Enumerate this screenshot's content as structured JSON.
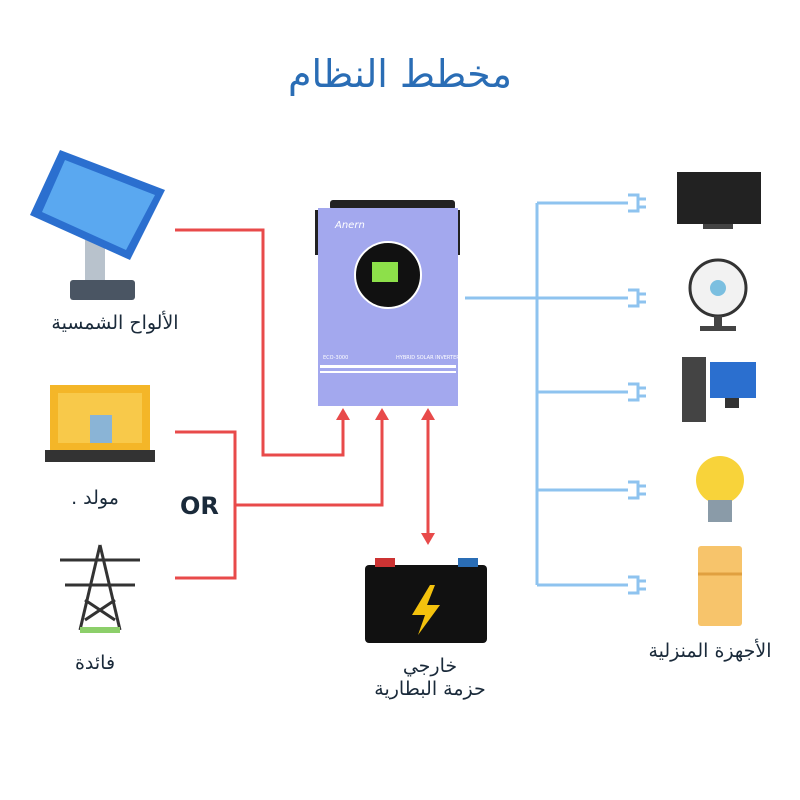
{
  "title": "مخطط النظام",
  "sources": {
    "solar": "الألواح الشمسية",
    "generator": "مولد .",
    "grid": "فائدة",
    "or": "OR"
  },
  "inverter": {
    "brand": "Anern",
    "model": "ECO-3000",
    "name": "HYBRID SOLAR INVERTER"
  },
  "battery": {
    "line1": "خارجي",
    "line2": "حزمة البطارية"
  },
  "appliances": {
    "label": "الأجهزة المنزلية",
    "items": [
      "tv",
      "fan",
      "computer",
      "light-bulb",
      "refrigerator"
    ]
  },
  "colors": {
    "title": "#2a6db5",
    "source_line": "#e84a4a",
    "load_line": "#8ec3ef",
    "inverter": "#a3a8ee"
  }
}
